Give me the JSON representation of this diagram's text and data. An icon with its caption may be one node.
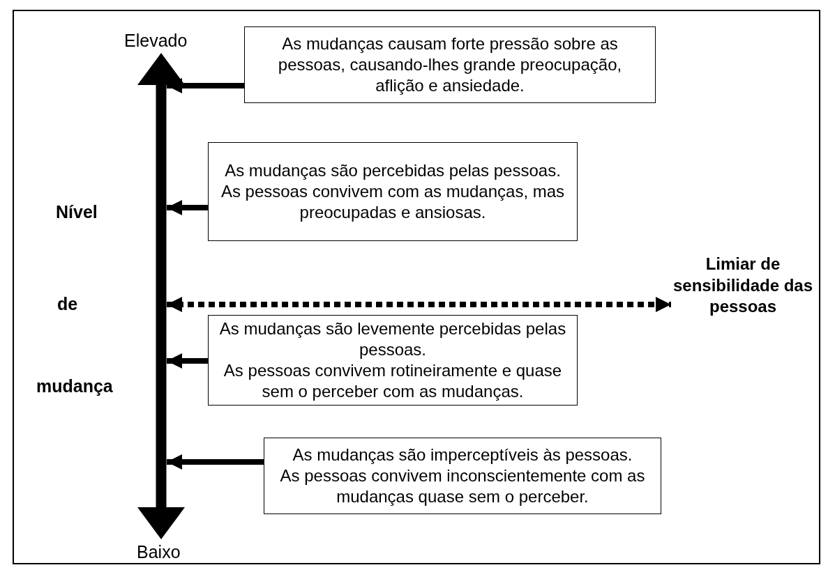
{
  "diagram": {
    "nodes": [
      {
        "text": [],
        "shape": "arrow",
        "beside": [
          "Elevado",
          "Baixo"
        ]
      },
      {
        "text": [
          "As mudanças causam forte pressão sobre as pessoas, causando-lhes grande preocupação, aflição e ansiedade."
        ]
      },
      {
        "text": [
          "As mudanças são percebidas pelas pessoas.",
          "As pessoas convivem com as mudanças, mas preocupadas e ansiosas."
        ]
      },
      {
        "text": [
          "As mudanças são levemente percebidas pelas pessoas.",
          "As pessoas convivem rotineiramente e quase sem o perceber com as mudanças."
        ]
      },
      {
        "text": [
          "As mudanças são imperceptíveis às pessoas.",
          "As pessoas convivem inconscientemente com as mudanças quase sem o perceber."
        ]
      },
      {
        "text": [
          "Limiar de sensibilidade das pessoas"
        ]
      }
    ],
    "edges": [
      {
        "from": 1,
        "to": 0,
        "arrow": "to"
      },
      {
        "from": 2,
        "to": 0,
        "arrow": "to"
      },
      {
        "from": 3,
        "to": 0,
        "arrow": "to"
      },
      {
        "from": 4,
        "to": 0,
        "arrow": "to"
      },
      {
        "from": 0,
        "to": 5,
        "arrow": "both",
        "style": "dashed"
      }
    ],
    "labels": [
      "Nível",
      "de",
      "mudança"
    ]
  }
}
